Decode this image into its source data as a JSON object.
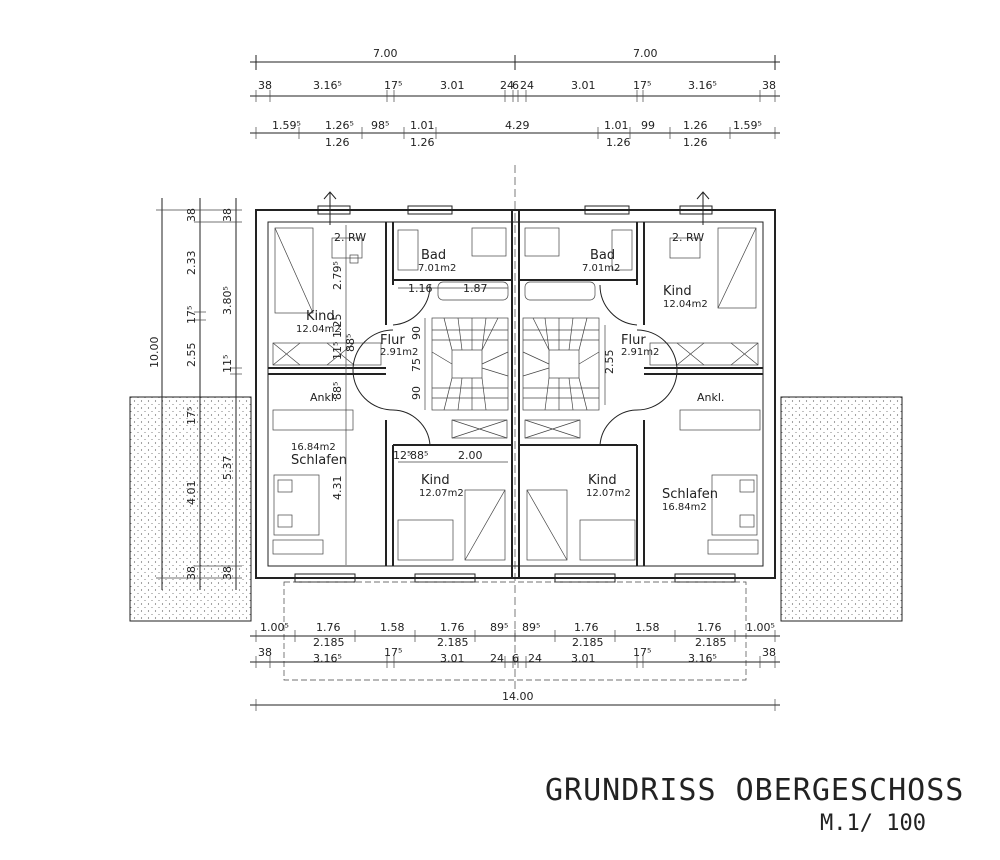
{
  "title": "GRUNDRISS OBERGESCHOSS",
  "scale": "M.1/ 100",
  "top_dims": {
    "row1": [
      "7.00",
      "7.00"
    ],
    "row2": [
      "38",
      "3.16⁵",
      "17⁵",
      "3.01",
      "24",
      "6",
      "24",
      "3.01",
      "17⁵",
      "3.16⁵",
      "38"
    ],
    "row3": [
      "1.59⁵",
      "1.26⁵",
      "98⁵",
      "1.01",
      "4.29",
      "1.01",
      "99",
      "1.26",
      "1.59⁵"
    ],
    "row3_sub": [
      "1.26",
      "1.26",
      "1.26",
      "1.26"
    ]
  },
  "bottom_dims": {
    "row1": [
      "1.00⁵",
      "1.76",
      "1.58",
      "1.76",
      "89⁵",
      "89⁵",
      "1.76",
      "1.58",
      "1.76",
      "1.00⁵"
    ],
    "row1_sub": [
      "2.185",
      "2.185",
      "2.185",
      "2.185"
    ],
    "row2": [
      "38",
      "3.16⁵",
      "17⁵",
      "3.01",
      "24",
      "6",
      "24",
      "3.01",
      "17⁵",
      "3.16⁵",
      "38"
    ],
    "total": "14.00"
  },
  "left_dims": {
    "col1": [
      "10.00"
    ],
    "col2": [
      "38",
      "2.33",
      "17⁵",
      "2.55",
      "17⁵",
      "4.01",
      "38"
    ],
    "col3": [
      "38",
      "3.80⁵",
      "11⁵",
      "5.37",
      "38"
    ]
  },
  "interior_dims": [
    "2.79⁵",
    "1.16",
    "1.87",
    "90",
    "75",
    "90",
    "11⁵",
    "1.25",
    "88⁵",
    "88⁵",
    "12⁵",
    "88⁵",
    "2.00",
    "4.31",
    "2.55"
  ],
  "rooms": {
    "left": [
      {
        "name": "Kind",
        "area": "12.04m2"
      },
      {
        "name": "Bad",
        "area": "7.01m2"
      },
      {
        "name": "Flur",
        "area": "2.91m2"
      },
      {
        "name": "Ankl.",
        "area": ""
      },
      {
        "name": "Schlafen",
        "area": "16.84m2"
      },
      {
        "name": "Kind",
        "area": "12.07m2"
      }
    ],
    "right": [
      {
        "name": "Bad",
        "area": "7.01m2"
      },
      {
        "name": "Kind",
        "area": "12.04m2"
      },
      {
        "name": "Flur",
        "area": "2.91m2"
      },
      {
        "name": "Ankl.",
        "area": ""
      },
      {
        "name": "Kind",
        "area": "12.07m2"
      },
      {
        "name": "Schlafen",
        "area": "16.84m2"
      }
    ]
  },
  "window_tag": "2. RW"
}
